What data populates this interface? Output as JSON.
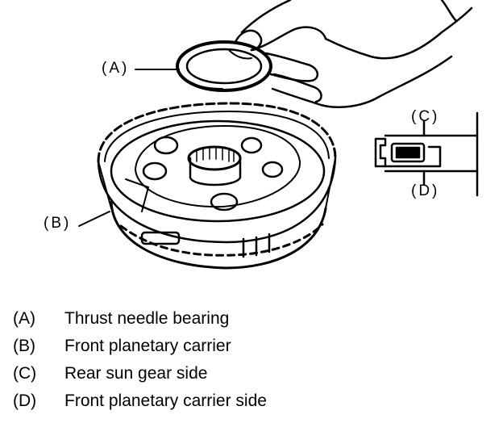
{
  "callouts": {
    "a": "(A)",
    "b": "(B)",
    "c": "(C)",
    "d": "(D)"
  },
  "legend": [
    {
      "key": "(A)",
      "text": "Thrust needle bearing"
    },
    {
      "key": "(B)",
      "text": "Front planetary carrier"
    },
    {
      "key": "(C)",
      "text": "Rear sun gear side"
    },
    {
      "key": "(D)",
      "text": "Front planetary carrier side"
    }
  ],
  "icons": {
    "hand": "hand-icon",
    "bearing": "thrust-bearing-icon",
    "carrier": "planetary-carrier-icon",
    "cross_section": "bearing-cross-section-icon"
  }
}
